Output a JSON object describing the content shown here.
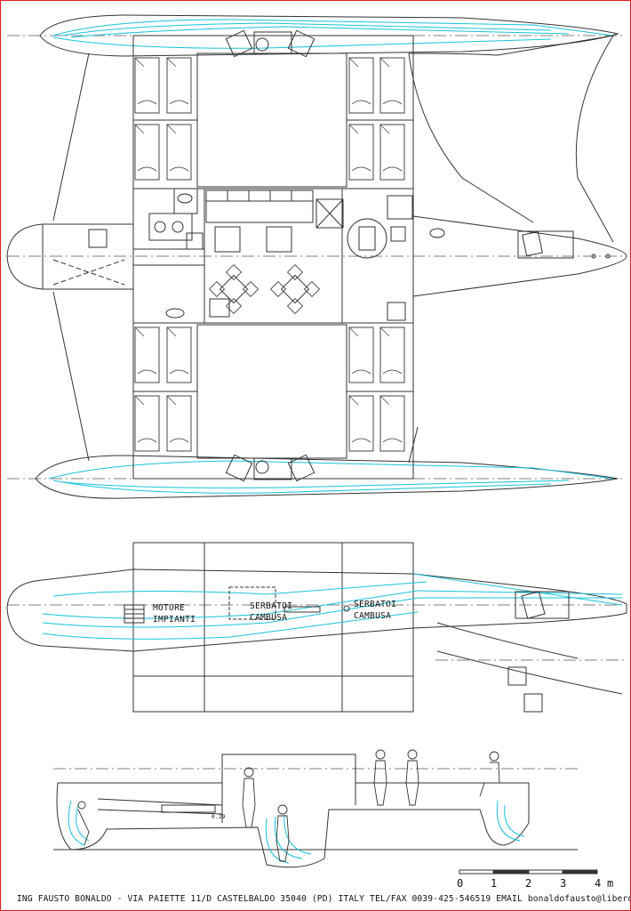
{
  "labels": {
    "motore": "MOTORE",
    "impianti": "IMPIANTI",
    "serbatoi_1": "SERBATOI",
    "cambusa_1": "CAMBUSA",
    "serbatoi_2": "SERBATOI",
    "cambusa_2": "CAMBUSA"
  },
  "dimension_text": "0.29",
  "scale_bar": {
    "ticks": [
      "0",
      "1",
      "2",
      "3",
      "4"
    ],
    "unit": "m"
  },
  "footer": "ING FAUSTO BONALDO - VIA PAIETTE 11/D CASTELBALDO 35040 (PD) ITALY TEL/FAX 0039-425-546519 EMAIL bonaldofausto@libero.it",
  "colors": {
    "line": "#333333",
    "waterline": "#16c3dc",
    "border": "#e21b1b"
  }
}
